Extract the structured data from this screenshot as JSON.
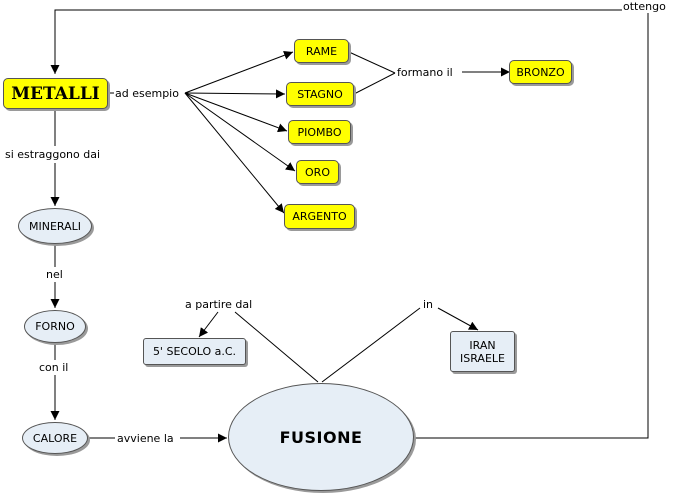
{
  "nodes": {
    "metalli": "METALLI",
    "rame": "RAME",
    "stagno": "STAGNO",
    "piombo": "PIOMBO",
    "oro": "ORO",
    "argento": "ARGENTO",
    "bronzo": "BRONZO",
    "minerali": "MINERALI",
    "forno": "FORNO",
    "calore": "CALORE",
    "fusione": "FUSIONE",
    "secolo": "5' SECOLO a.C.",
    "iran": "IRAN",
    "israele": "ISRAELE"
  },
  "links": {
    "ad_esempio": "ad esempio",
    "formano_il": "formano il",
    "si_estraggono_dai": "si estraggono dai",
    "nel": "nel",
    "con_il": "con il",
    "avviene_la": "avviene la",
    "a_partire_dal": "a partire dal",
    "in": "in",
    "ottengo": "ottengo"
  },
  "colors": {
    "yellow_node": "#ffff00",
    "blue_node": "#e6eef6",
    "line": "#000000"
  }
}
